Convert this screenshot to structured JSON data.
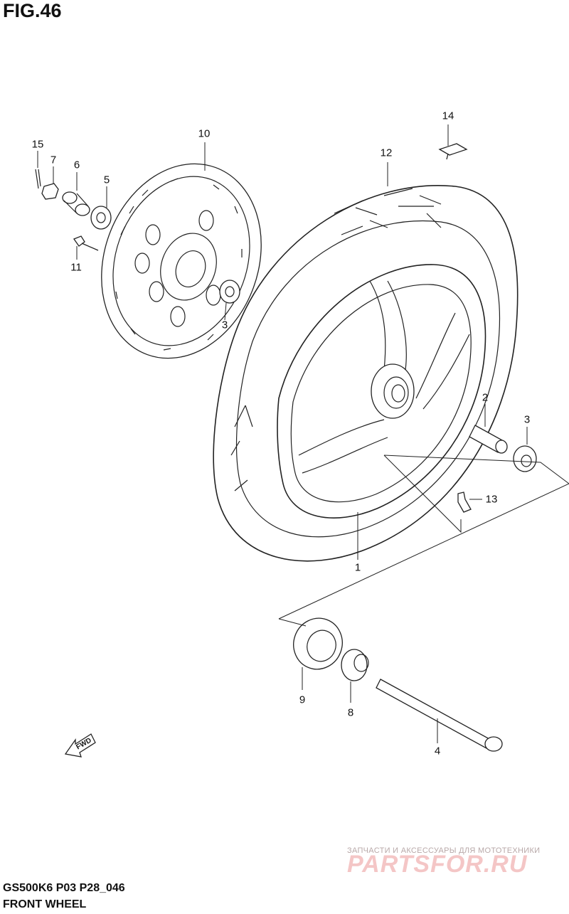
{
  "figure": {
    "title": "FIG.46"
  },
  "footer": {
    "model_code": "GS500K6 P03 P28_046",
    "section_name": "FRONT WHEEL"
  },
  "watermark": {
    "tagline": "ЗАПЧАСТИ И АКСЕССУАРЫ ДЛЯ МОТОТЕХНИКИ",
    "brand": "PARTSFOR.RU",
    "color": "#f4c6c6"
  },
  "arrow": {
    "label": "FWD"
  },
  "callouts": {
    "c1": "1",
    "c2": "2",
    "c3a": "3",
    "c3b": "3",
    "c4": "4",
    "c5": "5",
    "c6": "6",
    "c7": "7",
    "c8": "8",
    "c9": "9",
    "c10": "10",
    "c11": "11",
    "c12": "12",
    "c13": "13",
    "c14": "14",
    "c15": "15"
  }
}
